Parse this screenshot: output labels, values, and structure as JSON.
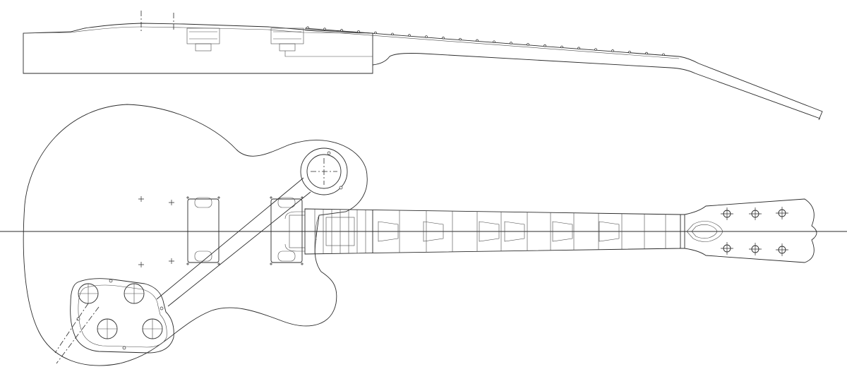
{
  "drawing": {
    "subject": "",
    "views": [
      "side-profile",
      "top-plan"
    ],
    "line_color": "#2a2a2a",
    "background": "#ffffff",
    "components": {
      "top_view": [
        "body-outline",
        "centerline",
        "neck-pickup-route",
        "bridge-pickup-route",
        "control-cavity",
        "toggle-switch-cavity",
        "wire-channel",
        "fretboard",
        "frets",
        "fret-inlays",
        "nut",
        "truss-rod-cover",
        "headstock",
        "tuner-holes"
      ],
      "side_view": [
        "body-side",
        "carved-top",
        "pickup-cavities",
        "neck-side",
        "headstock-side",
        "side-fret-markers"
      ]
    },
    "counts": {
      "frets_shown": 22,
      "tuner_holes": 6,
      "control_knobs": 4,
      "pickups": 2,
      "trapezoid_inlays": 7
    }
  }
}
